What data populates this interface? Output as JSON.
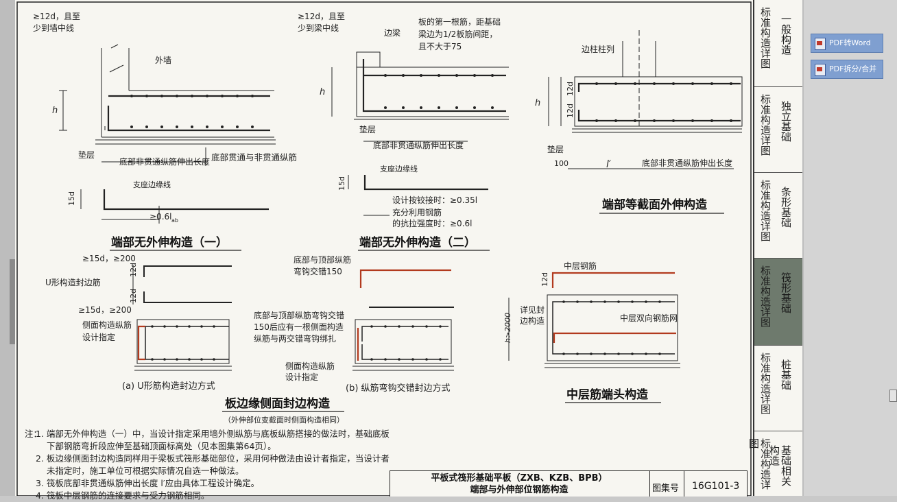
{
  "sidebar": {
    "buttons": [
      {
        "label": "PDF转Word",
        "icon": "word-icon"
      },
      {
        "label": "PDF拆分/合并",
        "icon": "pdf-icon"
      }
    ]
  },
  "figures": {
    "d1": {
      "title": "端部无外伸构造（一）",
      "labels": [
        "≥12d，且至",
        "少到墙中线",
        "外墙",
        "h",
        "垫层",
        "底部非贯通纵筋伸出长度",
        "底部贯通与非贯通纵筋",
        "支座边缘线",
        "15d",
        "≥0.6l",
        "ab"
      ]
    },
    "d2": {
      "title": "端部无外伸构造（二）",
      "labels": [
        "≥12d，且至",
        "少到梁中线",
        "边梁",
        "板的第一根筋，距基础",
        "梁边为1/2板筋间距，",
        "且不大于75",
        "h",
        "垫层",
        "底部非贯通纵筋伸出长度",
        "支座边缘线",
        "15d",
        "设计按铰接时：≥0.35l",
        "充分利用钢筋",
        "的抗拉强度时：≥0.6l"
      ]
    },
    "d3": {
      "title": "端部等截面外伸构造",
      "labels": [
        "边柱柱列",
        "12d",
        "12d",
        "h",
        "垫层",
        "100",
        "l′",
        "底部非贯通纵筋伸出长度"
      ]
    },
    "d4": {
      "title": "板边缘侧面封边构造",
      "subtitle": "（外伸部位变截面时侧面构造相同）",
      "caption_a": "(a)  U形筋构造封边方式",
      "caption_b": "(b)  纵筋弯钩交错封边方式",
      "labels": [
        "≥15d，≥200",
        "U形构造封边筋",
        "12d",
        "12d",
        "≥15d，≥200",
        "侧面构造纵筋",
        "设计指定",
        "底部与顶部纵筋",
        "弯钩交错150",
        "底部与顶部纵筋弯钩交错",
        "150后应有一根侧面构造",
        "纵筋与两交错弯钩绑扎",
        "侧面构造纵筋",
        "设计指定"
      ]
    },
    "d5": {
      "title": "中层筋端头构造",
      "labels": [
        "中层钢筋",
        "12d",
        "详见封",
        "边构造",
        "h>2000",
        "中层双向钢筋网"
      ]
    }
  },
  "notes": {
    "prefix": "注：",
    "items": [
      "1. 端部无外伸构造（一）中，当设计指定采用墙外侧纵筋与底板纵筋搭接的做法时，基础底板下部钢筋弯折段应伸至基础顶面标高处（见本图集第64页）。",
      "2. 板边缘侧面封边构造同样用于梁板式筏形基础部位，采用何种做法由设计者指定，当设计者未指定时，施工单位可根据实际情况自选一种做法。",
      "3. 筏板底部非贯通纵筋伸出长度 l′应由具体工程设计确定。",
      "4. 筏板中层钢筋的连接要求与受力钢筋相同。"
    ]
  },
  "tabs": [
    {
      "a": "标准构造详图",
      "b": "一般构造"
    },
    {
      "a": "标准构造详图",
      "b": "独立基础"
    },
    {
      "a": "标准构造详图",
      "b": "条形基础"
    },
    {
      "a": "标准构造详图",
      "b": "筏形基础",
      "active": true
    },
    {
      "a": "标准构造详图",
      "b": "桩基础"
    },
    {
      "a": "标准构造详图",
      "b": "基础相关构造"
    }
  ],
  "titleblock": {
    "title_line1": "平板式筏形基础平板（ZXB、KZB、BPB）",
    "title_line2": "端部与外伸部位钢筋构造",
    "label": "图集号",
    "number": "16G101-3"
  },
  "colors": {
    "rebar": "#222222",
    "highlight_rebar": "#b23a1e",
    "active_tab": "#6e7a6d",
    "button": "#7f9fd0"
  }
}
